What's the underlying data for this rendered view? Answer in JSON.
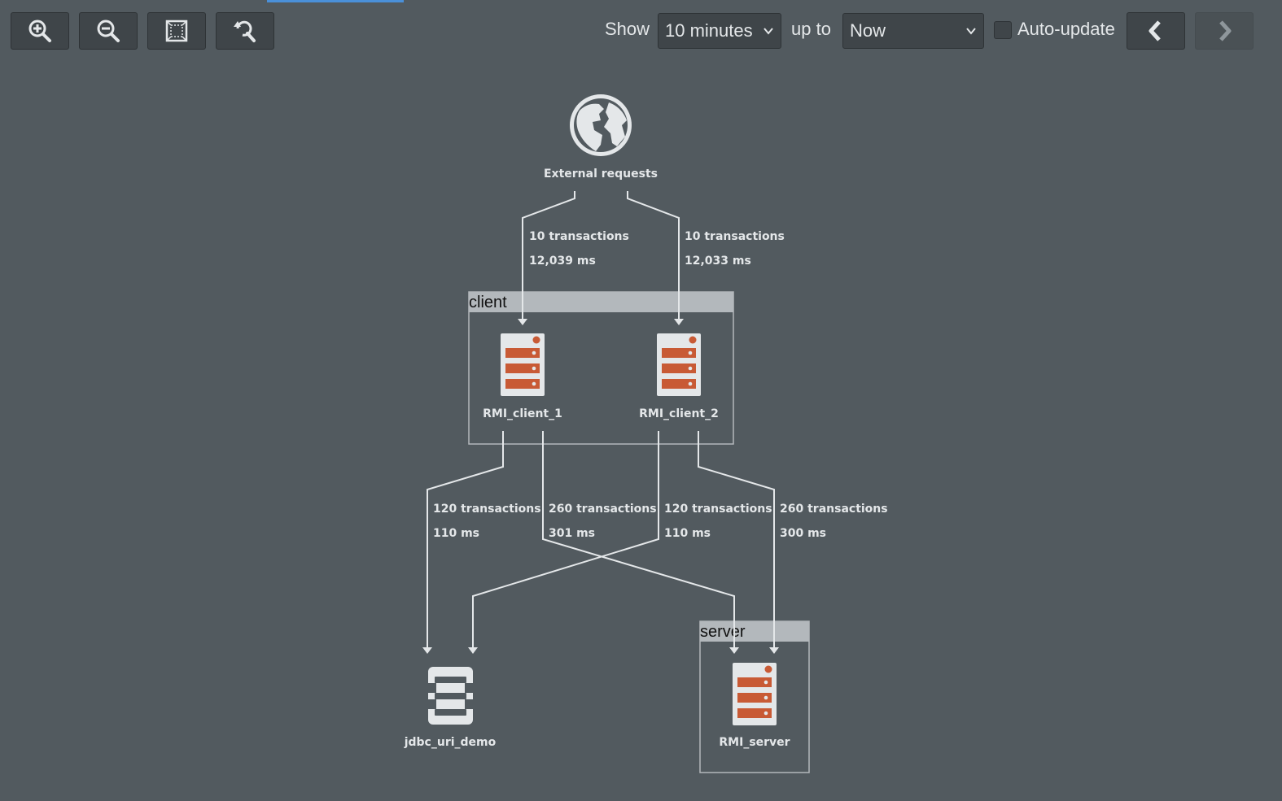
{
  "toolbar": {
    "zoom_in_icon": "zoom-in-icon",
    "zoom_out_icon": "zoom-out-icon",
    "fit_icon": "fit-to-screen-icon",
    "reset_icon": "reset-zoom-icon"
  },
  "time_controls": {
    "show_label": "Show",
    "range_value": "10 minutes",
    "up_to_label": "up to",
    "end_value": "Now",
    "auto_update_label": "Auto-update",
    "auto_update_checked": false,
    "prev_icon": "chevron-left-icon",
    "next_icon": "chevron-right-icon"
  },
  "groups": {
    "client": "client",
    "server": "server"
  },
  "nodes": {
    "external": "External requests",
    "client1": "RMI_client_1",
    "client2": "RMI_client_2",
    "db": "jdbc_uri_demo",
    "server": "RMI_server"
  },
  "edges": {
    "ext_to_client1": {
      "count": "10 transactions",
      "time": "12,039 ms"
    },
    "ext_to_client2": {
      "count": "10 transactions",
      "time": "12,033 ms"
    },
    "client1_to_db": {
      "count": "120 transactions",
      "time": "110 ms"
    },
    "client1_to_server": {
      "count": "260 transactions",
      "time": "301 ms"
    },
    "client2_to_db": {
      "count": "120 transactions",
      "time": "110 ms"
    },
    "client2_to_server": {
      "count": "260 transactions",
      "time": "300 ms"
    }
  },
  "colors": {
    "background": "#525a5f",
    "server_accent": "#c85a35",
    "edge": "#e4e7e9",
    "group_header": "#b3b8bc"
  }
}
